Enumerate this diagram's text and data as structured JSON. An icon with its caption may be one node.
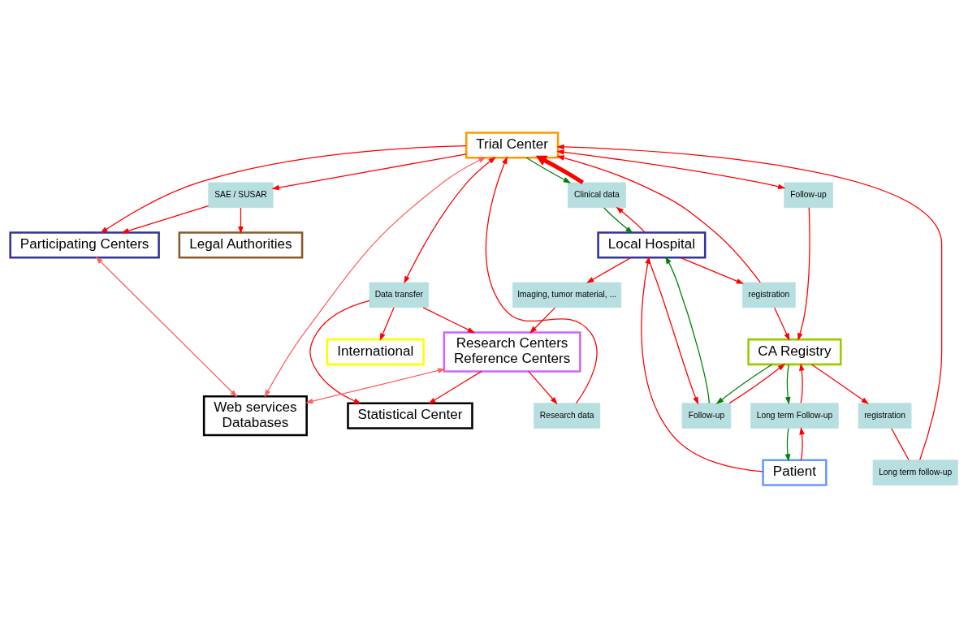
{
  "diagram": {
    "nodes": [
      {
        "text": [
          "Participating Centers"
        ]
      },
      {
        "text": [
          "SAE / SUSAR"
        ]
      },
      {
        "text": [
          "Legal Authorities"
        ]
      },
      {
        "text": [
          "Clinical data"
        ]
      },
      {
        "text": [
          "Local Hospital"
        ]
      },
      {
        "text": [
          "Trial Center"
        ]
      },
      {
        "text": [
          "Data transfer"
        ]
      },
      {
        "text": [
          "registration"
        ]
      },
      {
        "text": [
          "Follow-up"
        ]
      },
      {
        "text": [
          "Patient"
        ]
      },
      {
        "text": [
          "Follow-up"
        ]
      },
      {
        "text": [
          "CA Registry"
        ]
      },
      {
        "text": [
          "Long term follow-up"
        ]
      },
      {
        "text": [
          "registration"
        ]
      },
      {
        "text": [
          "Long term Follow-up"
        ]
      },
      {
        "text": [
          "International"
        ]
      },
      {
        "text": [
          "Research data"
        ]
      },
      {
        "text": [
          "Imaging, tumor material, ..."
        ]
      },
      {
        "text": [
          "Research Centers",
          "Reference Centers"
        ]
      },
      {
        "text": [
          "Web services",
          "Databases"
        ]
      },
      {
        "text": [
          "Statistical Center"
        ]
      }
    ],
    "edges": [
      {
        "from": 1,
        "to": 0,
        "arrow": "to"
      },
      {
        "from": 1,
        "to": 2,
        "arrow": "to"
      },
      {
        "from": 5,
        "to": 1,
        "arrow": "to"
      },
      {
        "from": 5,
        "to": 0,
        "arrow": "to"
      },
      {
        "from": 3,
        "to": 5,
        "arrow": "to",
        "style": "thick"
      },
      {
        "from": 4,
        "to": 3,
        "arrow": "to"
      },
      {
        "from": 3,
        "to": 4,
        "arrow": "to",
        "color": "#008000"
      },
      {
        "from": 5,
        "to": 3,
        "arrow": "to",
        "color": "#008000"
      },
      {
        "from": 4,
        "to": 7,
        "arrow": "to"
      },
      {
        "from": 7,
        "to": 5,
        "arrow": "to"
      },
      {
        "from": 7,
        "to": 11,
        "arrow": "to"
      },
      {
        "from": 8,
        "to": 11,
        "arrow": "to"
      },
      {
        "from": 5,
        "to": 8,
        "arrow": "both"
      },
      {
        "from": 11,
        "to": 13,
        "arrow": "to"
      },
      {
        "from": 13,
        "to": 12,
        "arrow": "none"
      },
      {
        "from": 12,
        "to": 5,
        "arrow": "to"
      },
      {
        "from": 9,
        "to": 4,
        "arrow": "to"
      },
      {
        "from": 4,
        "to": 10,
        "arrow": "to"
      },
      {
        "from": 10,
        "to": 11,
        "arrow": "to"
      },
      {
        "from": 11,
        "to": 10,
        "arrow": "to",
        "color": "#008000"
      },
      {
        "from": 10,
        "to": 4,
        "arrow": "to",
        "color": "#008000"
      },
      {
        "from": 9,
        "to": 14,
        "arrow": "to"
      },
      {
        "from": 14,
        "to": 11,
        "arrow": "to"
      },
      {
        "from": 14,
        "to": 9,
        "arrow": "to",
        "color": "#008000"
      },
      {
        "from": 11,
        "to": 14,
        "arrow": "to",
        "color": "#008000"
      },
      {
        "from": 5,
        "to": 6,
        "arrow": "both"
      },
      {
        "from": 6,
        "to": 15,
        "arrow": "to"
      },
      {
        "from": 6,
        "to": 18,
        "arrow": "to"
      },
      {
        "from": 6,
        "to": 20,
        "arrow": "to"
      },
      {
        "from": 18,
        "to": 16,
        "arrow": "to"
      },
      {
        "from": 16,
        "to": 5,
        "arrow": "to"
      },
      {
        "from": 4,
        "to": 17,
        "arrow": "to"
      },
      {
        "from": 17,
        "to": 18,
        "arrow": "to"
      },
      {
        "from": 18,
        "to": 19,
        "arrow": "both",
        "color": "#ff6060"
      },
      {
        "from": 18,
        "to": 20,
        "arrow": "to"
      },
      {
        "from": 0,
        "to": 19,
        "arrow": "both",
        "color": "#ff6060"
      },
      {
        "from": 5,
        "to": 19,
        "arrow": "both",
        "color": "#ff6060"
      }
    ]
  }
}
